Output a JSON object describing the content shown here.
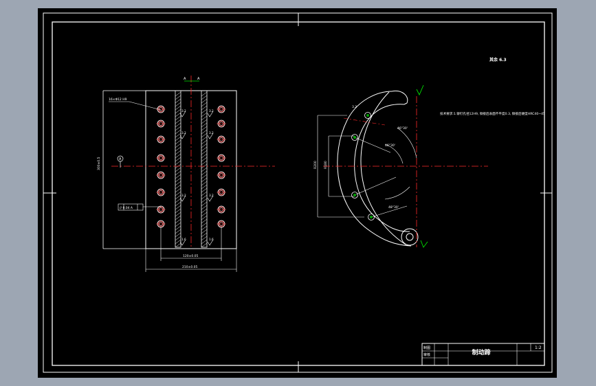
{
  "drawing": {
    "part_name": "制动蹄",
    "scale": "1:2",
    "titleblock_labels": [
      "制图",
      "审核"
    ],
    "technical_requirement": "技术要求:1.铆钉孔径12H9, 铆接后表面不平度0.3, 铆接后硬度HRC40~45",
    "surface_note": "其余 6.3",
    "section_marks": [
      "A",
      "A"
    ],
    "datum_label": "A",
    "dims_left": {
      "overall_height": "300±0.5",
      "hole_label": "16×Φ12 H9",
      "flatness_tol": "// 0.04 A",
      "width_inner": "120±0.05",
      "width_outer": "210±0.05",
      "rough_values": [
        "3.2",
        "3.2",
        "3.2",
        "3.2",
        "3.2",
        "3.2",
        "1.6",
        "1.6"
      ]
    },
    "dims_right": {
      "angles": [
        "46°30'",
        "46°30'",
        "48°30'"
      ],
      "radius_outer": "R200",
      "radius_inner": "R180",
      "rough_values": [
        "3.2"
      ]
    },
    "colors": {
      "background": "#000000",
      "frame": "#ffffff",
      "centerline": "#ff2a2a",
      "rough_mark": "#00e000",
      "chrome": "#9da6b3"
    }
  }
}
